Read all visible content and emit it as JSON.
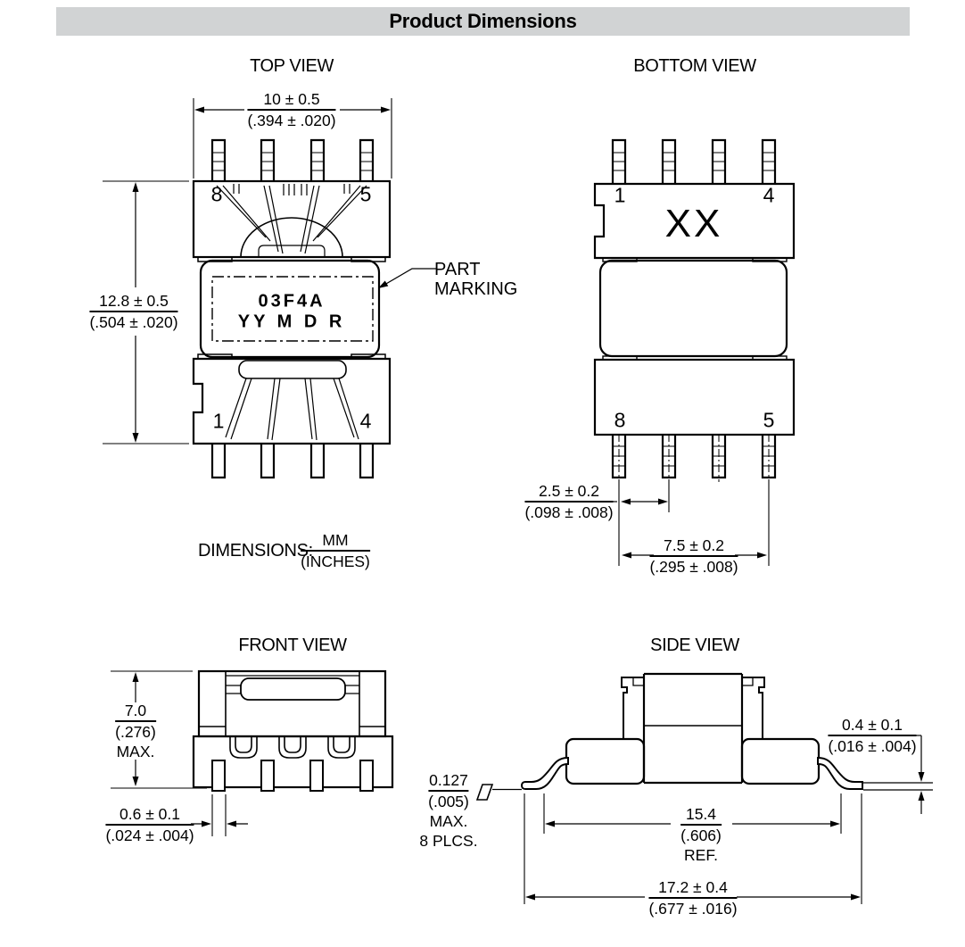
{
  "header": {
    "title": "Product Dimensions"
  },
  "views": {
    "top": {
      "title": "TOP VIEW",
      "dim_width_mm": "10 ± 0.5",
      "dim_width_in": "(.394 ± .020)",
      "dim_height_mm": "12.8 ± 0.5",
      "dim_height_in": "(.504 ± .020)",
      "pin_top_left": "8",
      "pin_top_right": "5",
      "pin_bottom_left": "1",
      "pin_bottom_right": "4",
      "part_marking_line1": "03F4A",
      "part_marking_line2": "YY M D R",
      "callout_line1": "PART",
      "callout_line2": "MARKING"
    },
    "bottom": {
      "title": "BOTTOM VIEW",
      "marking": "XX",
      "pin_top_left": "1",
      "pin_top_right": "4",
      "pin_bottom_left": "8",
      "pin_bottom_right": "5",
      "dim_pitch_mm": "2.5 ± 0.2",
      "dim_pitch_in": "(.098 ± .008)",
      "dim_span_mm": "7.5 ± 0.2",
      "dim_span_in": "(.295 ± .008)"
    },
    "front": {
      "title": "FRONT VIEW",
      "dim_height_mm": "7.0",
      "dim_height_in": "(.276)",
      "dim_height_suffix": "MAX.",
      "dim_pin_mm": "0.6 ± 0.1",
      "dim_pin_in": "(.024 ± .004)"
    },
    "side": {
      "title": "SIDE VIEW",
      "dim_coplanarity_mm": "0.127",
      "dim_coplanarity_in": "(.005)",
      "dim_coplanarity_suffix1": "MAX.",
      "dim_coplanarity_suffix2": "8 PLCS.",
      "dim_standoff_mm": "0.4 ± 0.1",
      "dim_standoff_in": "(.016 ± .004)",
      "dim_body_mm": "15.4",
      "dim_body_in": "(.606)",
      "dim_body_suffix": "REF.",
      "dim_lead_mm": "17.2 ± 0.4",
      "dim_lead_in": "(.677 ± .016)"
    }
  },
  "note": {
    "label": "DIMENSIONS:",
    "numerator": "MM",
    "denominator": "(INCHES)"
  },
  "colors": {
    "header_bg": "#d1d3d4",
    "line": "#000000",
    "background": "#ffffff"
  }
}
